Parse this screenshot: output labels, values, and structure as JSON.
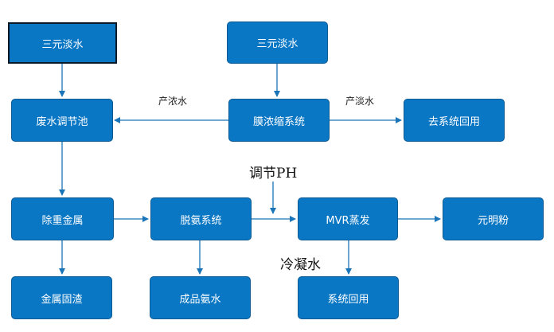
{
  "nodes": {
    "n1": "三元淡水",
    "n2": "三元淡水",
    "n3": "废水调节池",
    "n4": "膜浓缩系统",
    "n5": "去系统回用",
    "n6": "除重金属",
    "n7": "脱氨系统",
    "n8": "MVR蒸发",
    "n9": "元明粉",
    "n10": "金属固渣",
    "n11": "成品氨水",
    "n12": "系统回用"
  },
  "labels": {
    "concentrate": "产浓水",
    "fresh": "产淡水",
    "ph": "调节PH",
    "condensate": "冷凝水"
  },
  "colors": {
    "box_fill": "#0a77c4",
    "arrow": "#1a74b8"
  }
}
